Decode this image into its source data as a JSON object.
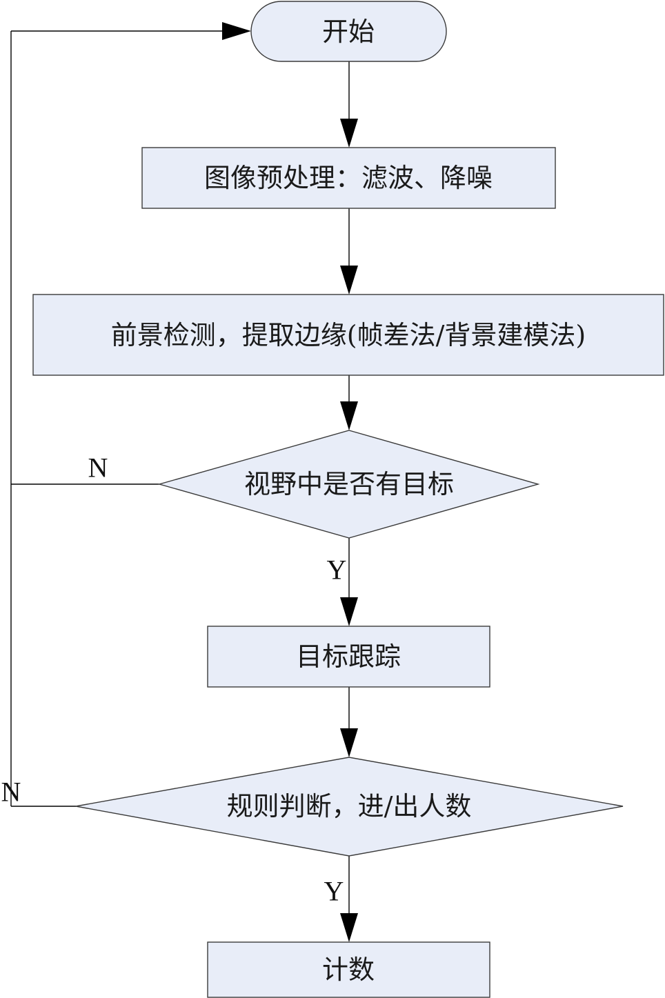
{
  "nodes": {
    "start": {
      "label": "开始"
    },
    "preprocess": {
      "label": "图像预处理：滤波、降噪"
    },
    "foreground": {
      "label": "前景检测，提取边缘(帧差法/背景建模法)"
    },
    "has_target": {
      "label": "视野中是否有目标"
    },
    "tracking": {
      "label": "目标跟踪"
    },
    "rule_judge": {
      "label": "规则判断，进/出人数"
    },
    "count": {
      "label": "计数"
    }
  },
  "edge_labels": {
    "has_target_no": "N",
    "has_target_yes": "Y",
    "rule_judge_no": "N",
    "rule_judge_yes": "Y"
  },
  "colors": {
    "node_fill": "#e8edf8",
    "node_stroke": "#3a3a3a",
    "edge": "#000000"
  }
}
